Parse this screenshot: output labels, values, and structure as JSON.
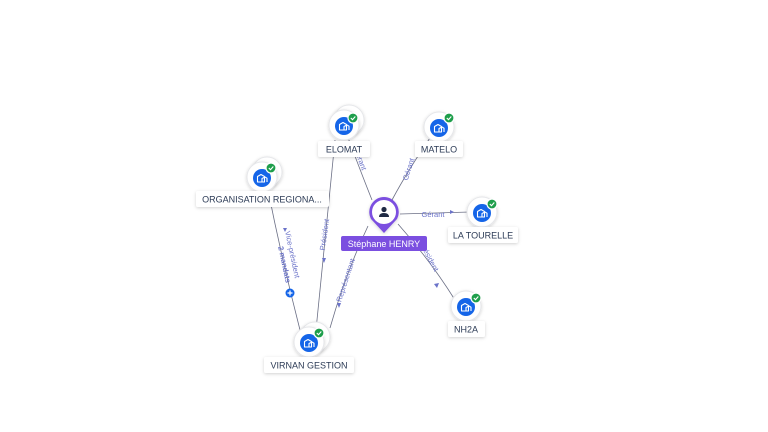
{
  "colors": {
    "company": "#1565e8",
    "check": "#1e9e4b",
    "person": "#7b4fe0",
    "edge": "#6b6f85",
    "edge_label": "#6b73c9"
  },
  "center": {
    "label": "Stéphane HENRY",
    "icon": "person-icon"
  },
  "nodes": [
    {
      "id": "elomat",
      "label": "ELOMAT",
      "icon": "company-icon",
      "verified": true
    },
    {
      "id": "matelo",
      "label": "MATELO",
      "icon": "company-icon",
      "verified": true
    },
    {
      "id": "organisation",
      "label": "ORGANISATION REGIONA...",
      "icon": "company-icon",
      "verified": true
    },
    {
      "id": "latourelle",
      "label": "LA TOURELLE",
      "icon": "company-icon",
      "verified": true
    },
    {
      "id": "nh2a",
      "label": "NH2A",
      "icon": "company-icon",
      "verified": true
    },
    {
      "id": "virnan",
      "label": "VIRNAN GESTION",
      "icon": "company-icon",
      "verified": true
    }
  ],
  "edges": [
    {
      "id": "henry-elomat",
      "label": "Gérant"
    },
    {
      "id": "henry-matelo",
      "label": "Gérant"
    },
    {
      "id": "henry-latourelle",
      "label": "Gérant"
    },
    {
      "id": "henry-nh2a",
      "label": "Président"
    },
    {
      "id": "henry-virnan",
      "label": "Représentant"
    },
    {
      "id": "virnan-elomat",
      "label": "Président"
    },
    {
      "id": "virnan-organisation",
      "label": "Vice-président",
      "extra": "2 mandats"
    }
  ]
}
